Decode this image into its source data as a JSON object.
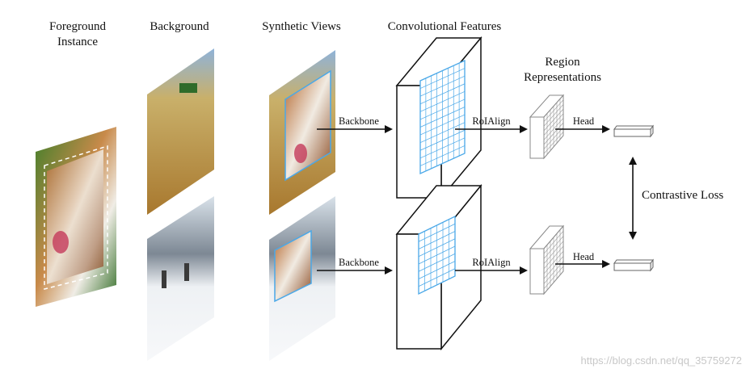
{
  "headers": {
    "foreground": "Foreground\nInstance",
    "background": "Background",
    "synthetic": "Synthetic Views",
    "conv": "Convolutional Features",
    "region": "Region\nRepresentations"
  },
  "edges": {
    "backbone": "Backbone",
    "roialign": "RoIAlign",
    "head": "Head"
  },
  "loss_label": "Contrastive Loss",
  "watermark": "https://blog.csdn.net/qq_35759272",
  "colors": {
    "grid_blue": "#4aa8e8",
    "frame": "#111111"
  }
}
